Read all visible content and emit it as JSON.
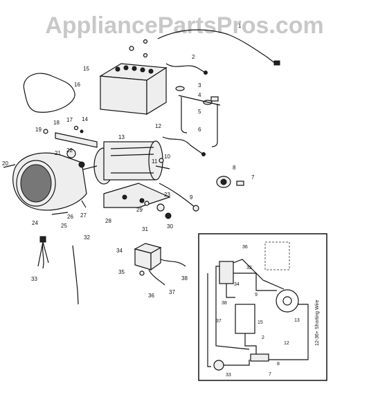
{
  "watermark": "AppliancePartsPros.com",
  "parts": [
    {
      "key": "p1",
      "num": "1"
    },
    {
      "key": "p2",
      "num": "2"
    },
    {
      "key": "p3",
      "num": "3"
    },
    {
      "key": "p4",
      "num": "4"
    },
    {
      "key": "p5",
      "num": "5"
    },
    {
      "key": "p6",
      "num": "6"
    },
    {
      "key": "p7",
      "num": "7"
    },
    {
      "key": "p8",
      "num": "8"
    },
    {
      "key": "p9",
      "num": "9"
    },
    {
      "key": "p10",
      "num": "10"
    },
    {
      "key": "p11",
      "num": "11"
    },
    {
      "key": "p12",
      "num": "12"
    },
    {
      "key": "p13",
      "num": "13"
    },
    {
      "key": "p14",
      "num": "14"
    },
    {
      "key": "p15",
      "num": "15"
    },
    {
      "key": "p16",
      "num": "16"
    },
    {
      "key": "p17",
      "num": "17"
    },
    {
      "key": "p18",
      "num": "18"
    },
    {
      "key": "p19",
      "num": "19"
    },
    {
      "key": "p20",
      "num": "20"
    },
    {
      "key": "p21",
      "num": "21"
    },
    {
      "key": "p22",
      "num": "22"
    },
    {
      "key": "p23",
      "num": "23"
    },
    {
      "key": "p24",
      "num": "24"
    },
    {
      "key": "p25",
      "num": "25"
    },
    {
      "key": "p26",
      "num": "26"
    },
    {
      "key": "p27",
      "num": "27"
    },
    {
      "key": "p28",
      "num": "28"
    },
    {
      "key": "p29",
      "num": "29"
    },
    {
      "key": "p30",
      "num": "30"
    },
    {
      "key": "p31",
      "num": "31"
    },
    {
      "key": "p32",
      "num": "32"
    },
    {
      "key": "p33",
      "num": "33"
    },
    {
      "key": "p34",
      "num": "34"
    },
    {
      "key": "p35",
      "num": "35"
    },
    {
      "key": "p36",
      "num": "36"
    },
    {
      "key": "p37",
      "num": "37"
    },
    {
      "key": "p38",
      "num": "38"
    }
  ],
  "schematic": {
    "labels": [
      "36",
      "32",
      "34",
      "38",
      "9",
      "13",
      "15",
      "37",
      "12",
      "8",
      "7",
      "33",
      "2"
    ],
    "side_note": "12-36+ Shorting Wire"
  }
}
